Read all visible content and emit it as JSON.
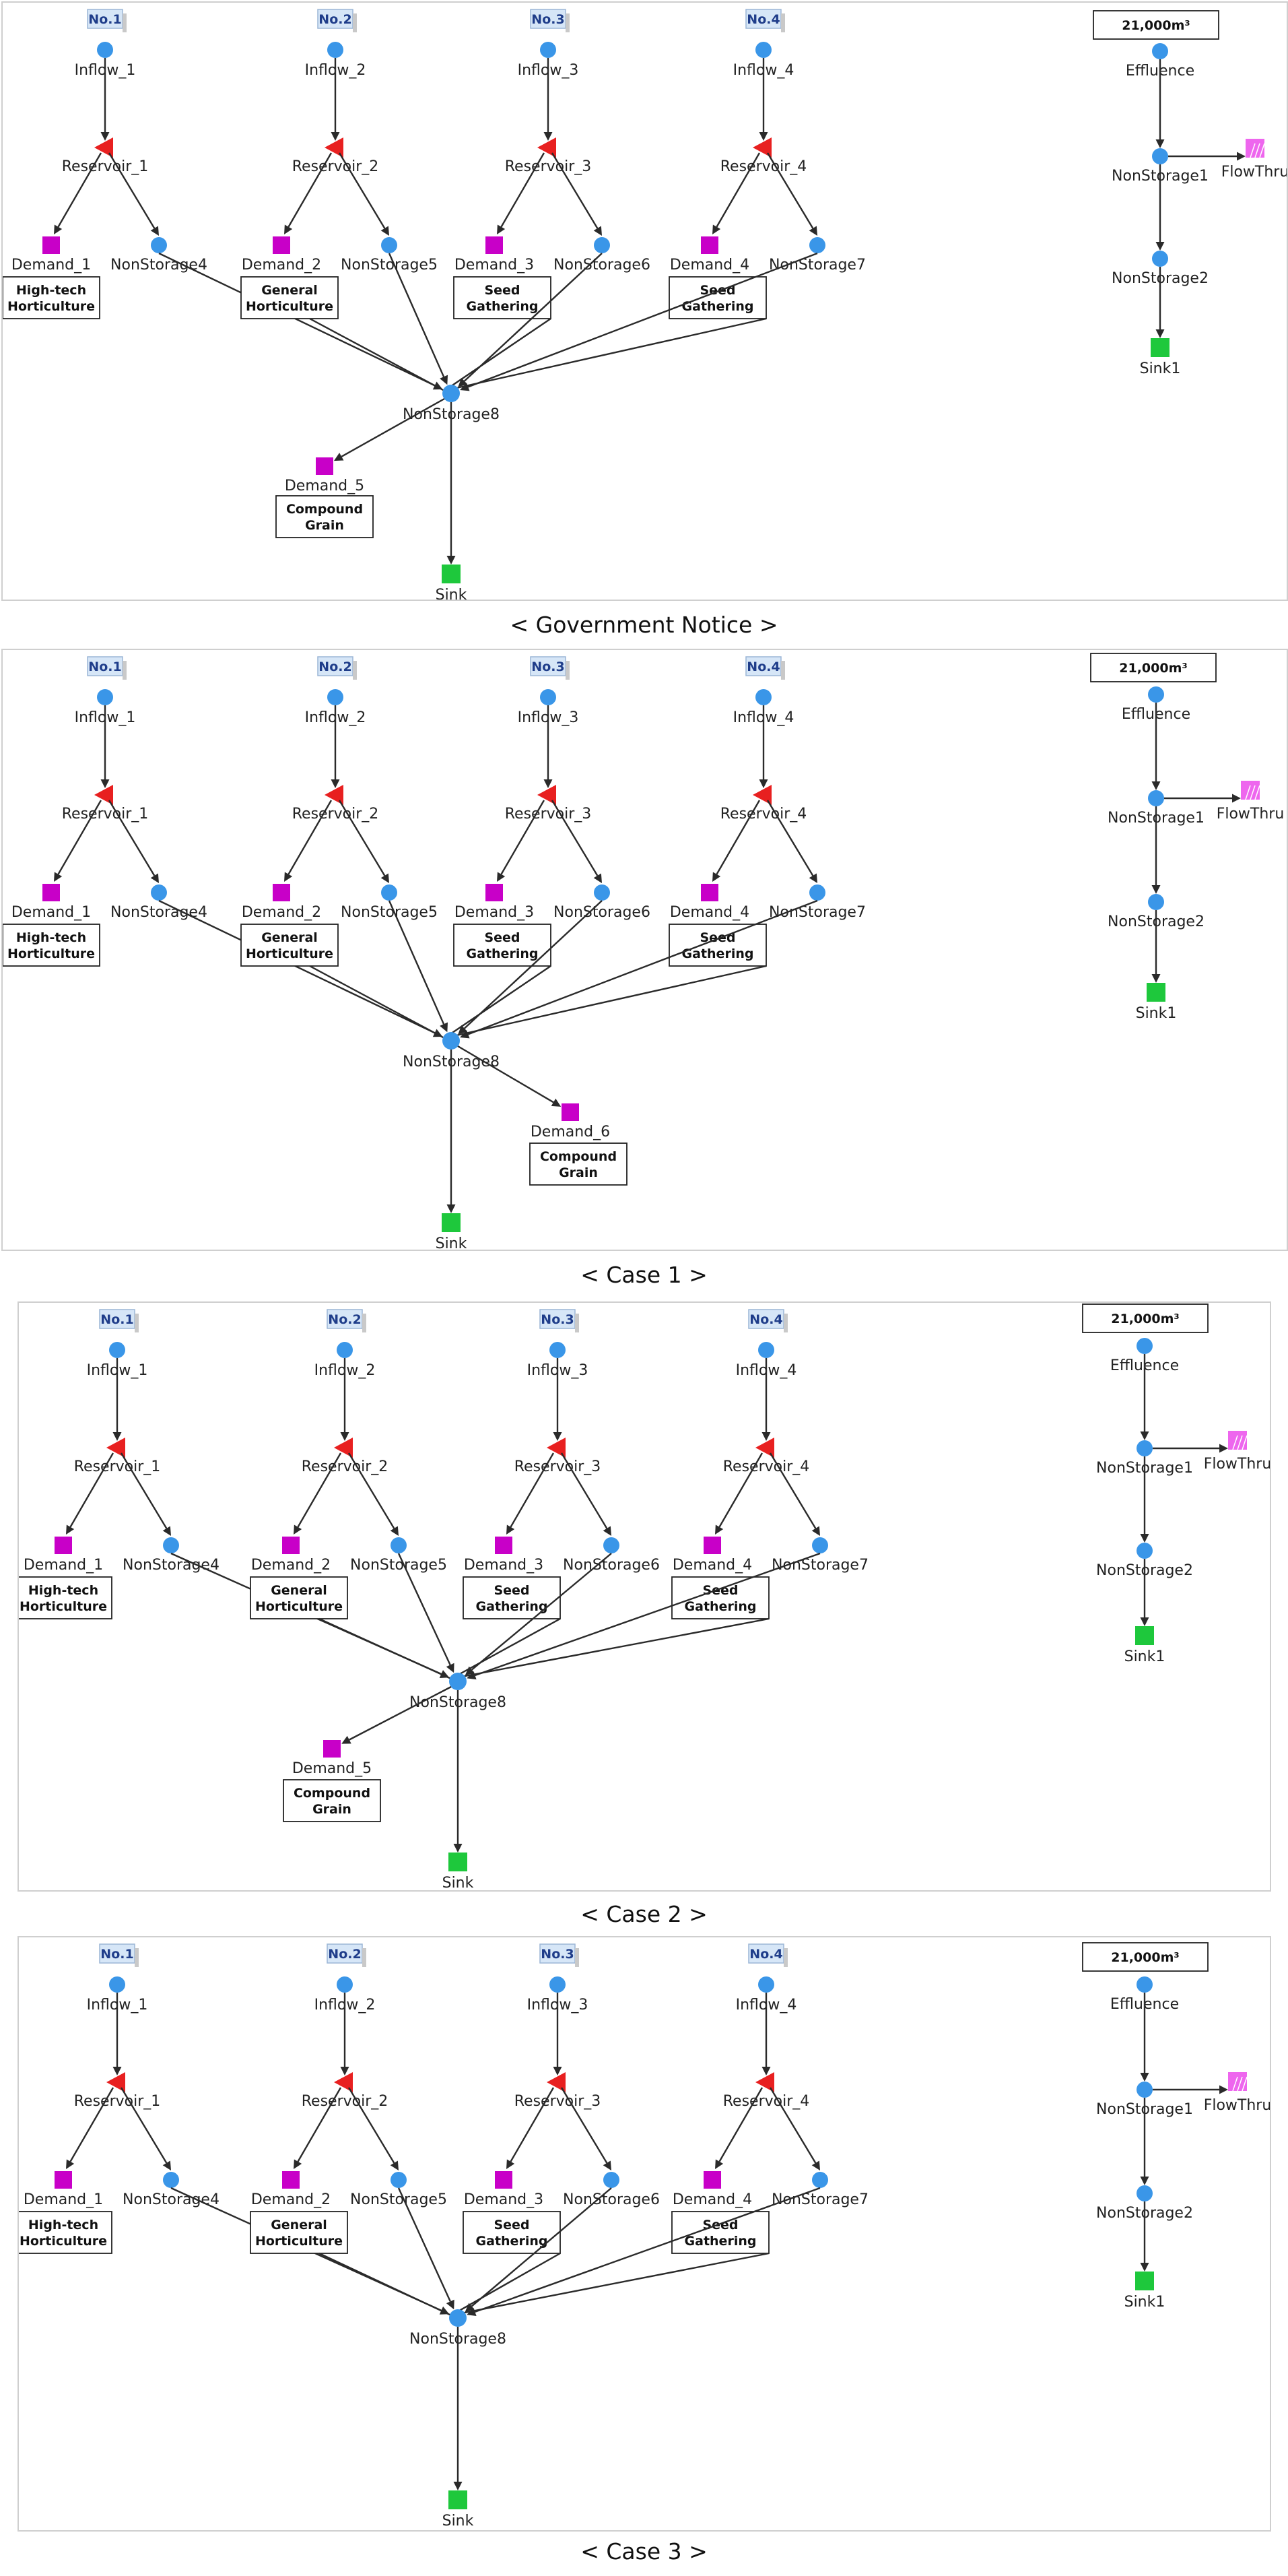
{
  "colors": {
    "node": "#3a96e8",
    "reservoir": "#e82020",
    "demand": "#c800c8",
    "sink": "#1ec83c",
    "flowthru": "#ee66ee",
    "tag_bg": "#d6e6f7",
    "edge": "#2a2a2a"
  },
  "icons": {
    "node": "blue-circle-node-icon",
    "reservoir": "red-triangle-reservoir-icon",
    "demand": "magenta-square-demand-icon",
    "sink": "green-square-sink-icon",
    "flowthru": "pink-hatched-flowthru-icon"
  },
  "diagrams": [
    {
      "caption": "< Government Notice >",
      "effluence_box": "21,000m³",
      "labels": {
        "inflow_tags": [
          "No.1",
          "No.2",
          "No.3",
          "No.4"
        ],
        "inflows": [
          "Inflow_1",
          "Inflow_2",
          "Inflow_3",
          "Inflow_4"
        ],
        "reservoirs": [
          "Reservoir_1",
          "Reservoir_2",
          "Reservoir_3",
          "Reservoir_4"
        ],
        "demands": [
          "Demand_1",
          "Demand_2",
          "Demand_3",
          "Demand_4"
        ],
        "nonstorages": [
          "NonStorage4",
          "NonStorage5",
          "NonStorage6",
          "NonStorage7"
        ],
        "use_boxes": [
          [
            "High-tech",
            "Horticulture"
          ],
          [
            "General",
            "Horticulture"
          ],
          [
            "Seed",
            "Gathering"
          ],
          [
            "Seed",
            "Gathering"
          ]
        ],
        "junction": "NonStorage8",
        "extra_demand": "Demand_5",
        "extra_box": [
          "Compound",
          "Grain"
        ],
        "sink": "Sink",
        "effluence": "Effluence",
        "ns1": "NonStorage1",
        "ns2": "NonStorage2",
        "flowthru": "FlowThru",
        "sink1": "Sink1"
      }
    },
    {
      "caption": "< Case 1 >",
      "effluence_box": "21,000m³",
      "labels": {
        "inflow_tags": [
          "No.1",
          "No.2",
          "No.3",
          "No.4"
        ],
        "inflows": [
          "Inflow_1",
          "Inflow_2",
          "Inflow_3",
          "Inflow_4"
        ],
        "reservoirs": [
          "Reservoir_1",
          "Reservoir_2",
          "Reservoir_3",
          "Reservoir_4"
        ],
        "demands": [
          "Demand_1",
          "Demand_2",
          "Demand_3",
          "Demand_4"
        ],
        "nonstorages": [
          "NonStorage4",
          "NonStorage5",
          "NonStorage6",
          "NonStorage7"
        ],
        "use_boxes": [
          [
            "High-tech",
            "Horticulture"
          ],
          [
            "General",
            "Horticulture"
          ],
          [
            "Seed",
            "Gathering"
          ],
          [
            "Seed",
            "Gathering"
          ]
        ],
        "junction": "NonStorage8",
        "extra_demand": "Demand_6",
        "extra_box": [
          "Compound",
          "Grain"
        ],
        "sink": "Sink",
        "effluence": "Effluence",
        "ns1": "NonStorage1",
        "ns2": "NonStorage2",
        "flowthru": "FlowThru",
        "sink1": "Sink1"
      }
    },
    {
      "caption": "< Case 2 >",
      "effluence_box": "21,000m³",
      "labels": {
        "inflow_tags": [
          "No.1",
          "No.2",
          "No.3",
          "No.4"
        ],
        "inflows": [
          "Inflow_1",
          "Inflow_2",
          "Inflow_3",
          "Inflow_4"
        ],
        "reservoirs": [
          "Reservoir_1",
          "Reservoir_2",
          "Reservoir_3",
          "Reservoir_4"
        ],
        "demands": [
          "Demand_1",
          "Demand_2",
          "Demand_3",
          "Demand_4"
        ],
        "nonstorages": [
          "NonStorage4",
          "NonStorage5",
          "NonStorage6",
          "NonStorage7"
        ],
        "use_boxes": [
          [
            "High-tech",
            "Horticulture"
          ],
          [
            "General",
            "Horticulture"
          ],
          [
            "Seed",
            "Gathering"
          ],
          [
            "Seed",
            "Gathering"
          ]
        ],
        "junction": "NonStorage8",
        "extra_demand": "Demand_5",
        "extra_box": [
          "Compound",
          "Grain"
        ],
        "sink": "Sink",
        "effluence": "Effluence",
        "ns1": "NonStorage1",
        "ns2": "NonStorage2",
        "flowthru": "FlowThru",
        "sink1": "Sink1"
      }
    },
    {
      "caption": "< Case 3 >",
      "effluence_box": "21,000m³",
      "labels": {
        "inflow_tags": [
          "No.1",
          "No.2",
          "No.3",
          "No.4"
        ],
        "inflows": [
          "Inflow_1",
          "Inflow_2",
          "Inflow_3",
          "Inflow_4"
        ],
        "reservoirs": [
          "Reservoir_1",
          "Reservoir_2",
          "Reservoir_3",
          "Reservoir_4"
        ],
        "demands": [
          "Demand_1",
          "Demand_2",
          "Demand_3",
          "Demand_4"
        ],
        "nonstorages": [
          "NonStorage4",
          "NonStorage5",
          "NonStorage6",
          "NonStorage7"
        ],
        "use_boxes": [
          [
            "High-tech",
            "Horticulture"
          ],
          [
            "General",
            "Horticulture"
          ],
          [
            "Seed",
            "Gathering"
          ],
          [
            "Seed",
            "Gathering"
          ]
        ],
        "junction": "NonStorage8",
        "extra_demand": "",
        "extra_box": [],
        "sink": "Sink",
        "effluence": "Effluence",
        "ns1": "NonStorage1",
        "ns2": "NonStorage2",
        "flowthru": "FlowThru",
        "sink1": "Sink1"
      }
    }
  ]
}
